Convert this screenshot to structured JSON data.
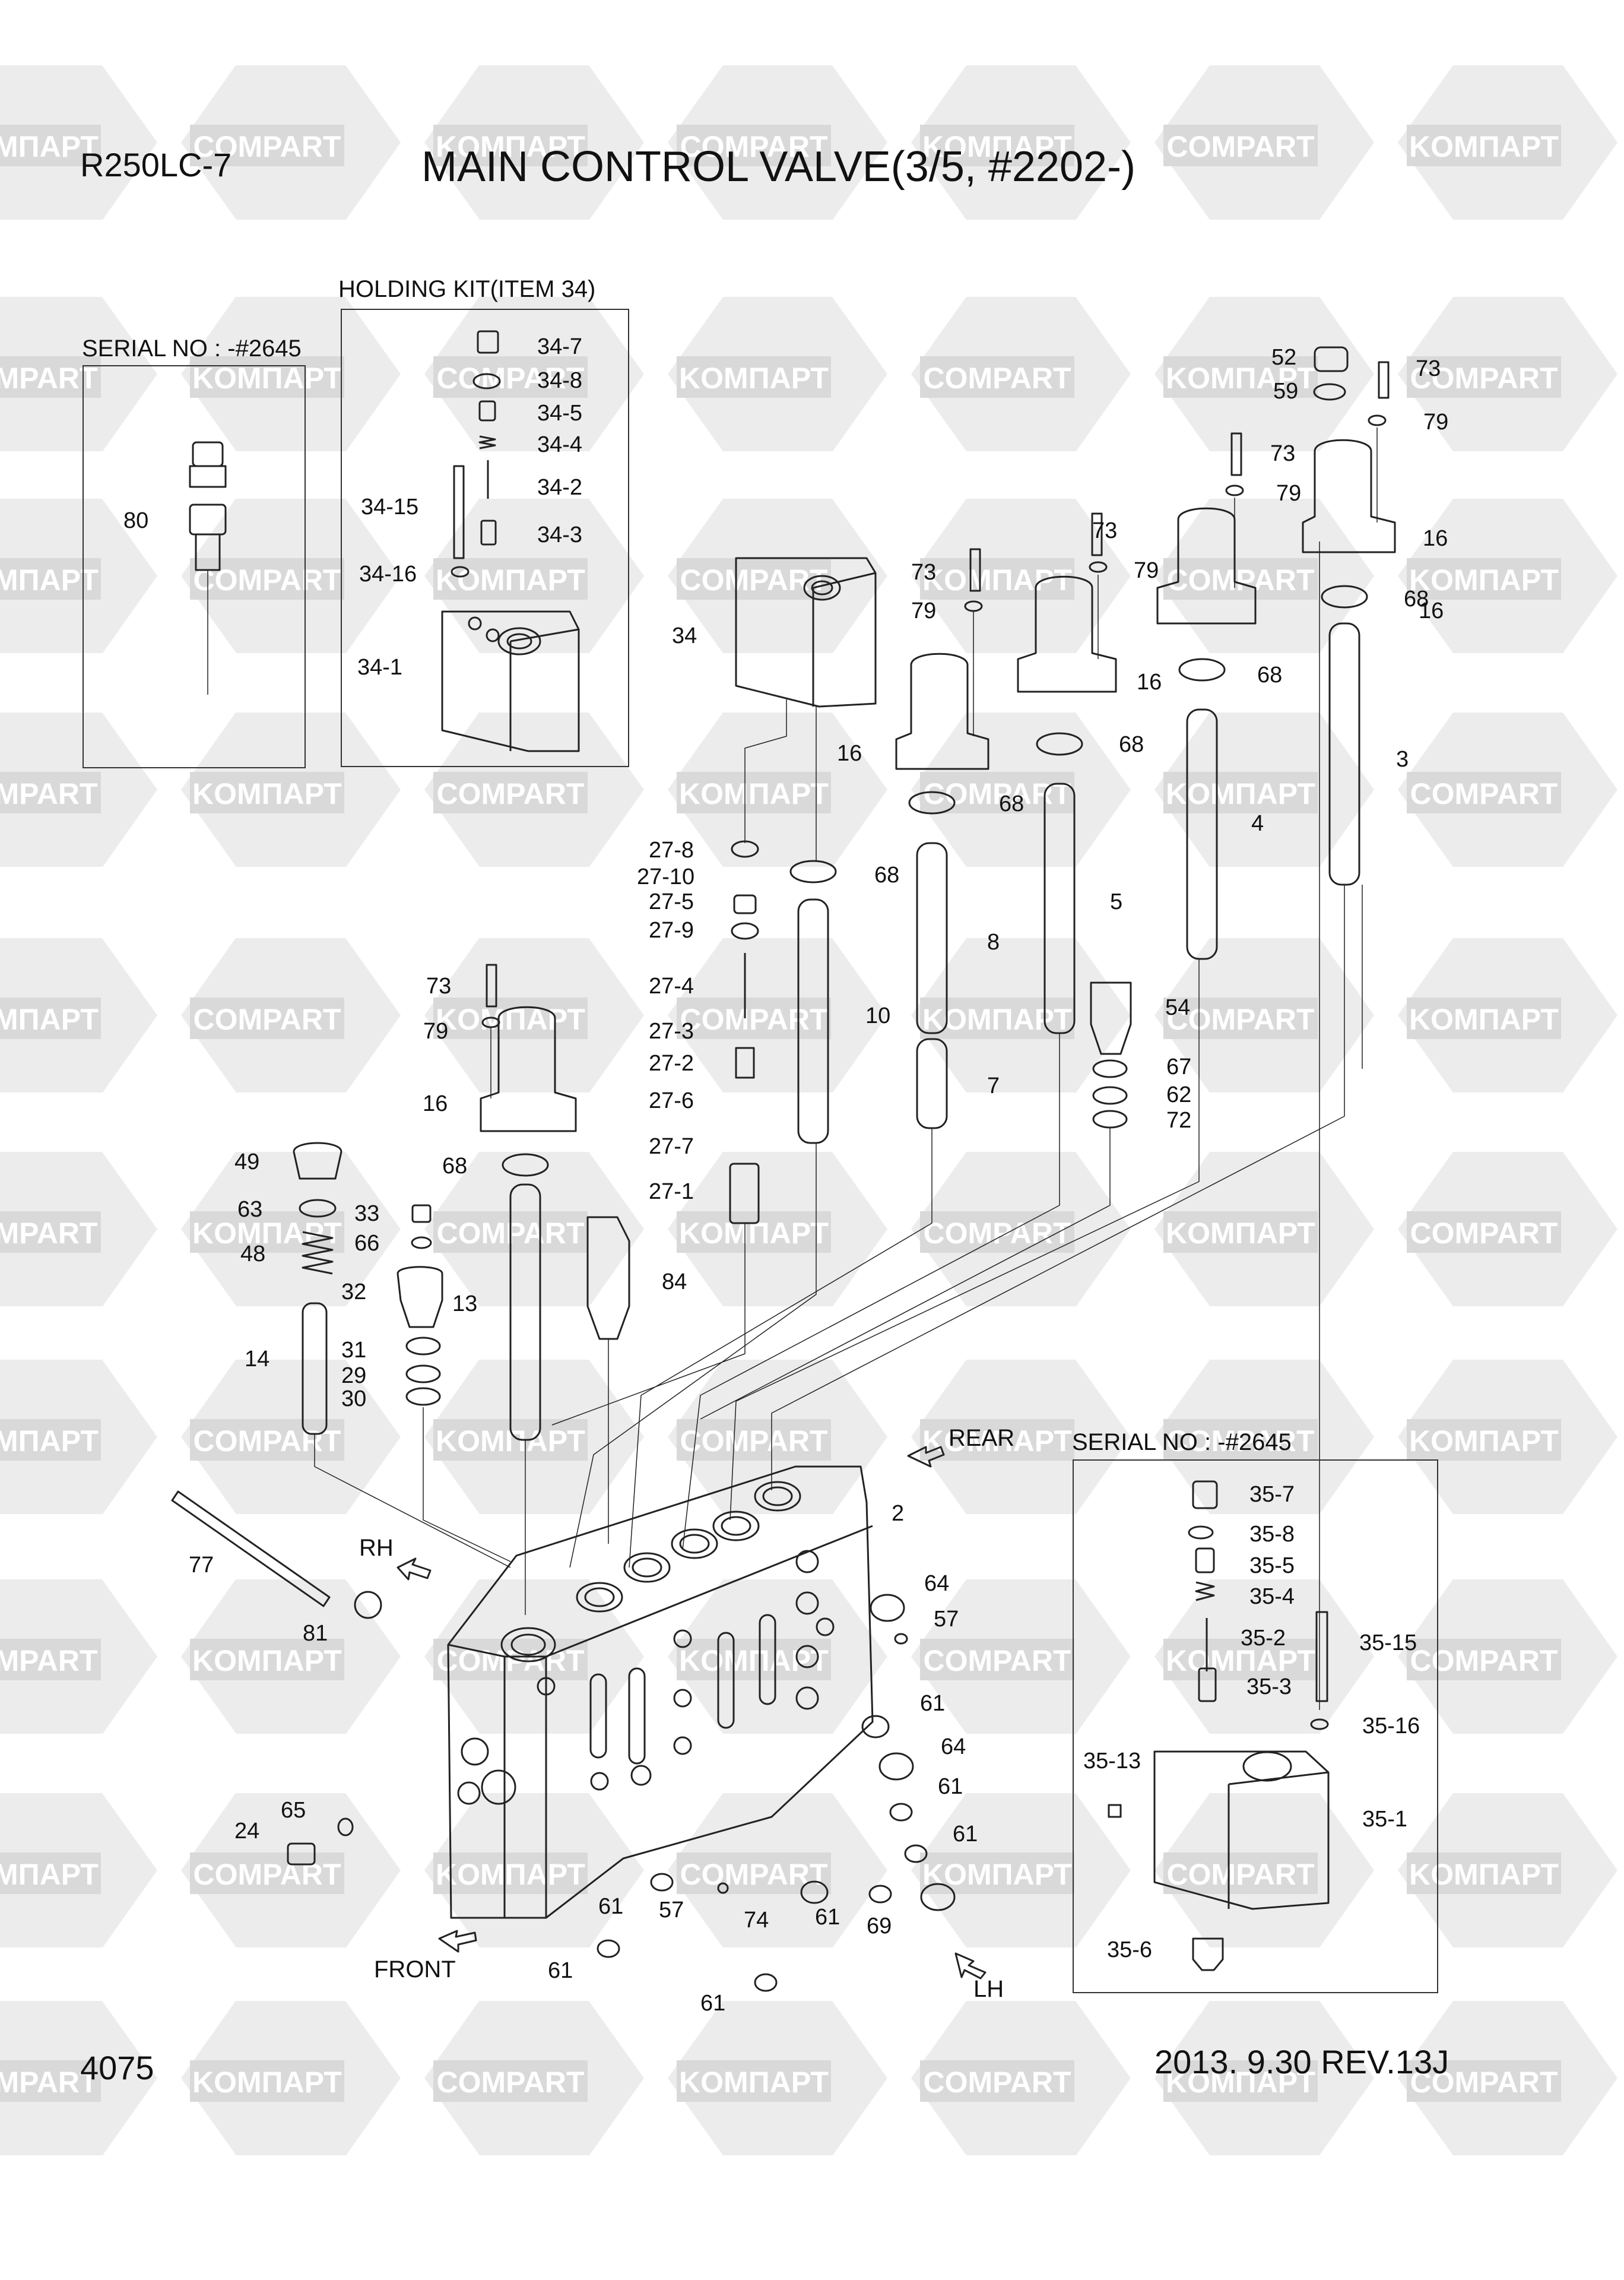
{
  "header": {
    "model": "R250LC-7",
    "title": "MAIN CONTROL VALVE(3/5, #2202-)"
  },
  "footer": {
    "page_number": "4075",
    "date_revision": "2013. 9.30  REV.13J"
  },
  "watermark": {
    "text_latin": "COMPART",
    "text_cyrillic": "KOMПАРТ",
    "color": "#d9d9d9"
  },
  "boxes": {
    "holding_kit": "HOLDING KIT(ITEM 34)",
    "serial_left": "SERIAL NO : -#2645",
    "serial_right": "SERIAL NO : -#2645"
  },
  "directions": {
    "rear": "REAR",
    "front": "FRONT",
    "rh": "RH",
    "lh": "LH"
  },
  "callouts": [
    {
      "id": "80",
      "label": "80"
    },
    {
      "id": "34-7",
      "label": "34-7"
    },
    {
      "id": "34-8",
      "label": "34-8"
    },
    {
      "id": "34-5",
      "label": "34-5"
    },
    {
      "id": "34-4",
      "label": "34-4"
    },
    {
      "id": "34-2",
      "label": "34-2"
    },
    {
      "id": "34-15",
      "label": "34-15"
    },
    {
      "id": "34-3",
      "label": "34-3"
    },
    {
      "id": "34-16",
      "label": "34-16"
    },
    {
      "id": "34-1",
      "label": "34-1"
    },
    {
      "id": "34",
      "label": "34"
    },
    {
      "id": "52",
      "label": "52"
    },
    {
      "id": "59",
      "label": "59"
    },
    {
      "id": "73a",
      "label": "73"
    },
    {
      "id": "79a",
      "label": "79"
    },
    {
      "id": "73b",
      "label": "73"
    },
    {
      "id": "79b",
      "label": "79"
    },
    {
      "id": "16a",
      "label": "16"
    },
    {
      "id": "73c",
      "label": "73"
    },
    {
      "id": "79c",
      "label": "79"
    },
    {
      "id": "68a",
      "label": "68"
    },
    {
      "id": "16b",
      "label": "16"
    },
    {
      "id": "73d",
      "label": "73"
    },
    {
      "id": "79d",
      "label": "79"
    },
    {
      "id": "68b",
      "label": "68"
    },
    {
      "id": "16c",
      "label": "16"
    },
    {
      "id": "3",
      "label": "3"
    },
    {
      "id": "16d",
      "label": "16"
    },
    {
      "id": "68c",
      "label": "68"
    },
    {
      "id": "68d",
      "label": "68"
    },
    {
      "id": "4",
      "label": "4"
    },
    {
      "id": "27-8",
      "label": "27-8"
    },
    {
      "id": "27-10",
      "label": "27-10"
    },
    {
      "id": "27-5",
      "label": "27-5"
    },
    {
      "id": "27-9",
      "label": "27-9"
    },
    {
      "id": "68e",
      "label": "68"
    },
    {
      "id": "5",
      "label": "5"
    },
    {
      "id": "8",
      "label": "8"
    },
    {
      "id": "73e",
      "label": "73"
    },
    {
      "id": "27-4",
      "label": "27-4"
    },
    {
      "id": "54",
      "label": "54"
    },
    {
      "id": "10",
      "label": "10"
    },
    {
      "id": "79e",
      "label": "79"
    },
    {
      "id": "27-3",
      "label": "27-3"
    },
    {
      "id": "67",
      "label": "67"
    },
    {
      "id": "27-2",
      "label": "27-2"
    },
    {
      "id": "7",
      "label": "7"
    },
    {
      "id": "62",
      "label": "62"
    },
    {
      "id": "16e",
      "label": "16"
    },
    {
      "id": "27-6",
      "label": "27-6"
    },
    {
      "id": "72",
      "label": "72"
    },
    {
      "id": "27-7",
      "label": "27-7"
    },
    {
      "id": "49",
      "label": "49"
    },
    {
      "id": "68f",
      "label": "68"
    },
    {
      "id": "27-1",
      "label": "27-1"
    },
    {
      "id": "63",
      "label": "63"
    },
    {
      "id": "33",
      "label": "33"
    },
    {
      "id": "66",
      "label": "66"
    },
    {
      "id": "48",
      "label": "48"
    },
    {
      "id": "84",
      "label": "84"
    },
    {
      "id": "32",
      "label": "32"
    },
    {
      "id": "13",
      "label": "13"
    },
    {
      "id": "14",
      "label": "14"
    },
    {
      "id": "31",
      "label": "31"
    },
    {
      "id": "29",
      "label": "29"
    },
    {
      "id": "30",
      "label": "30"
    },
    {
      "id": "2",
      "label": "2"
    },
    {
      "id": "77",
      "label": "77"
    },
    {
      "id": "64a",
      "label": "64"
    },
    {
      "id": "57a",
      "label": "57"
    },
    {
      "id": "81",
      "label": "81"
    },
    {
      "id": "61a",
      "label": "61"
    },
    {
      "id": "64b",
      "label": "64"
    },
    {
      "id": "61b",
      "label": "61"
    },
    {
      "id": "61c",
      "label": "61"
    },
    {
      "id": "65",
      "label": "65"
    },
    {
      "id": "24",
      "label": "24"
    },
    {
      "id": "61d",
      "label": "61"
    },
    {
      "id": "57b",
      "label": "57"
    },
    {
      "id": "74",
      "label": "74"
    },
    {
      "id": "61e",
      "label": "61"
    },
    {
      "id": "69",
      "label": "69"
    },
    {
      "id": "61f",
      "label": "61"
    },
    {
      "id": "61g",
      "label": "61"
    },
    {
      "id": "35-7",
      "label": "35-7"
    },
    {
      "id": "35-8",
      "label": "35-8"
    },
    {
      "id": "35-5",
      "label": "35-5"
    },
    {
      "id": "35-4",
      "label": "35-4"
    },
    {
      "id": "35-2",
      "label": "35-2"
    },
    {
      "id": "35-15",
      "label": "35-15"
    },
    {
      "id": "35-3",
      "label": "35-3"
    },
    {
      "id": "35-16",
      "label": "35-16"
    },
    {
      "id": "35-13",
      "label": "35-13"
    },
    {
      "id": "35-1",
      "label": "35-1"
    },
    {
      "id": "35-6",
      "label": "35-6"
    }
  ]
}
